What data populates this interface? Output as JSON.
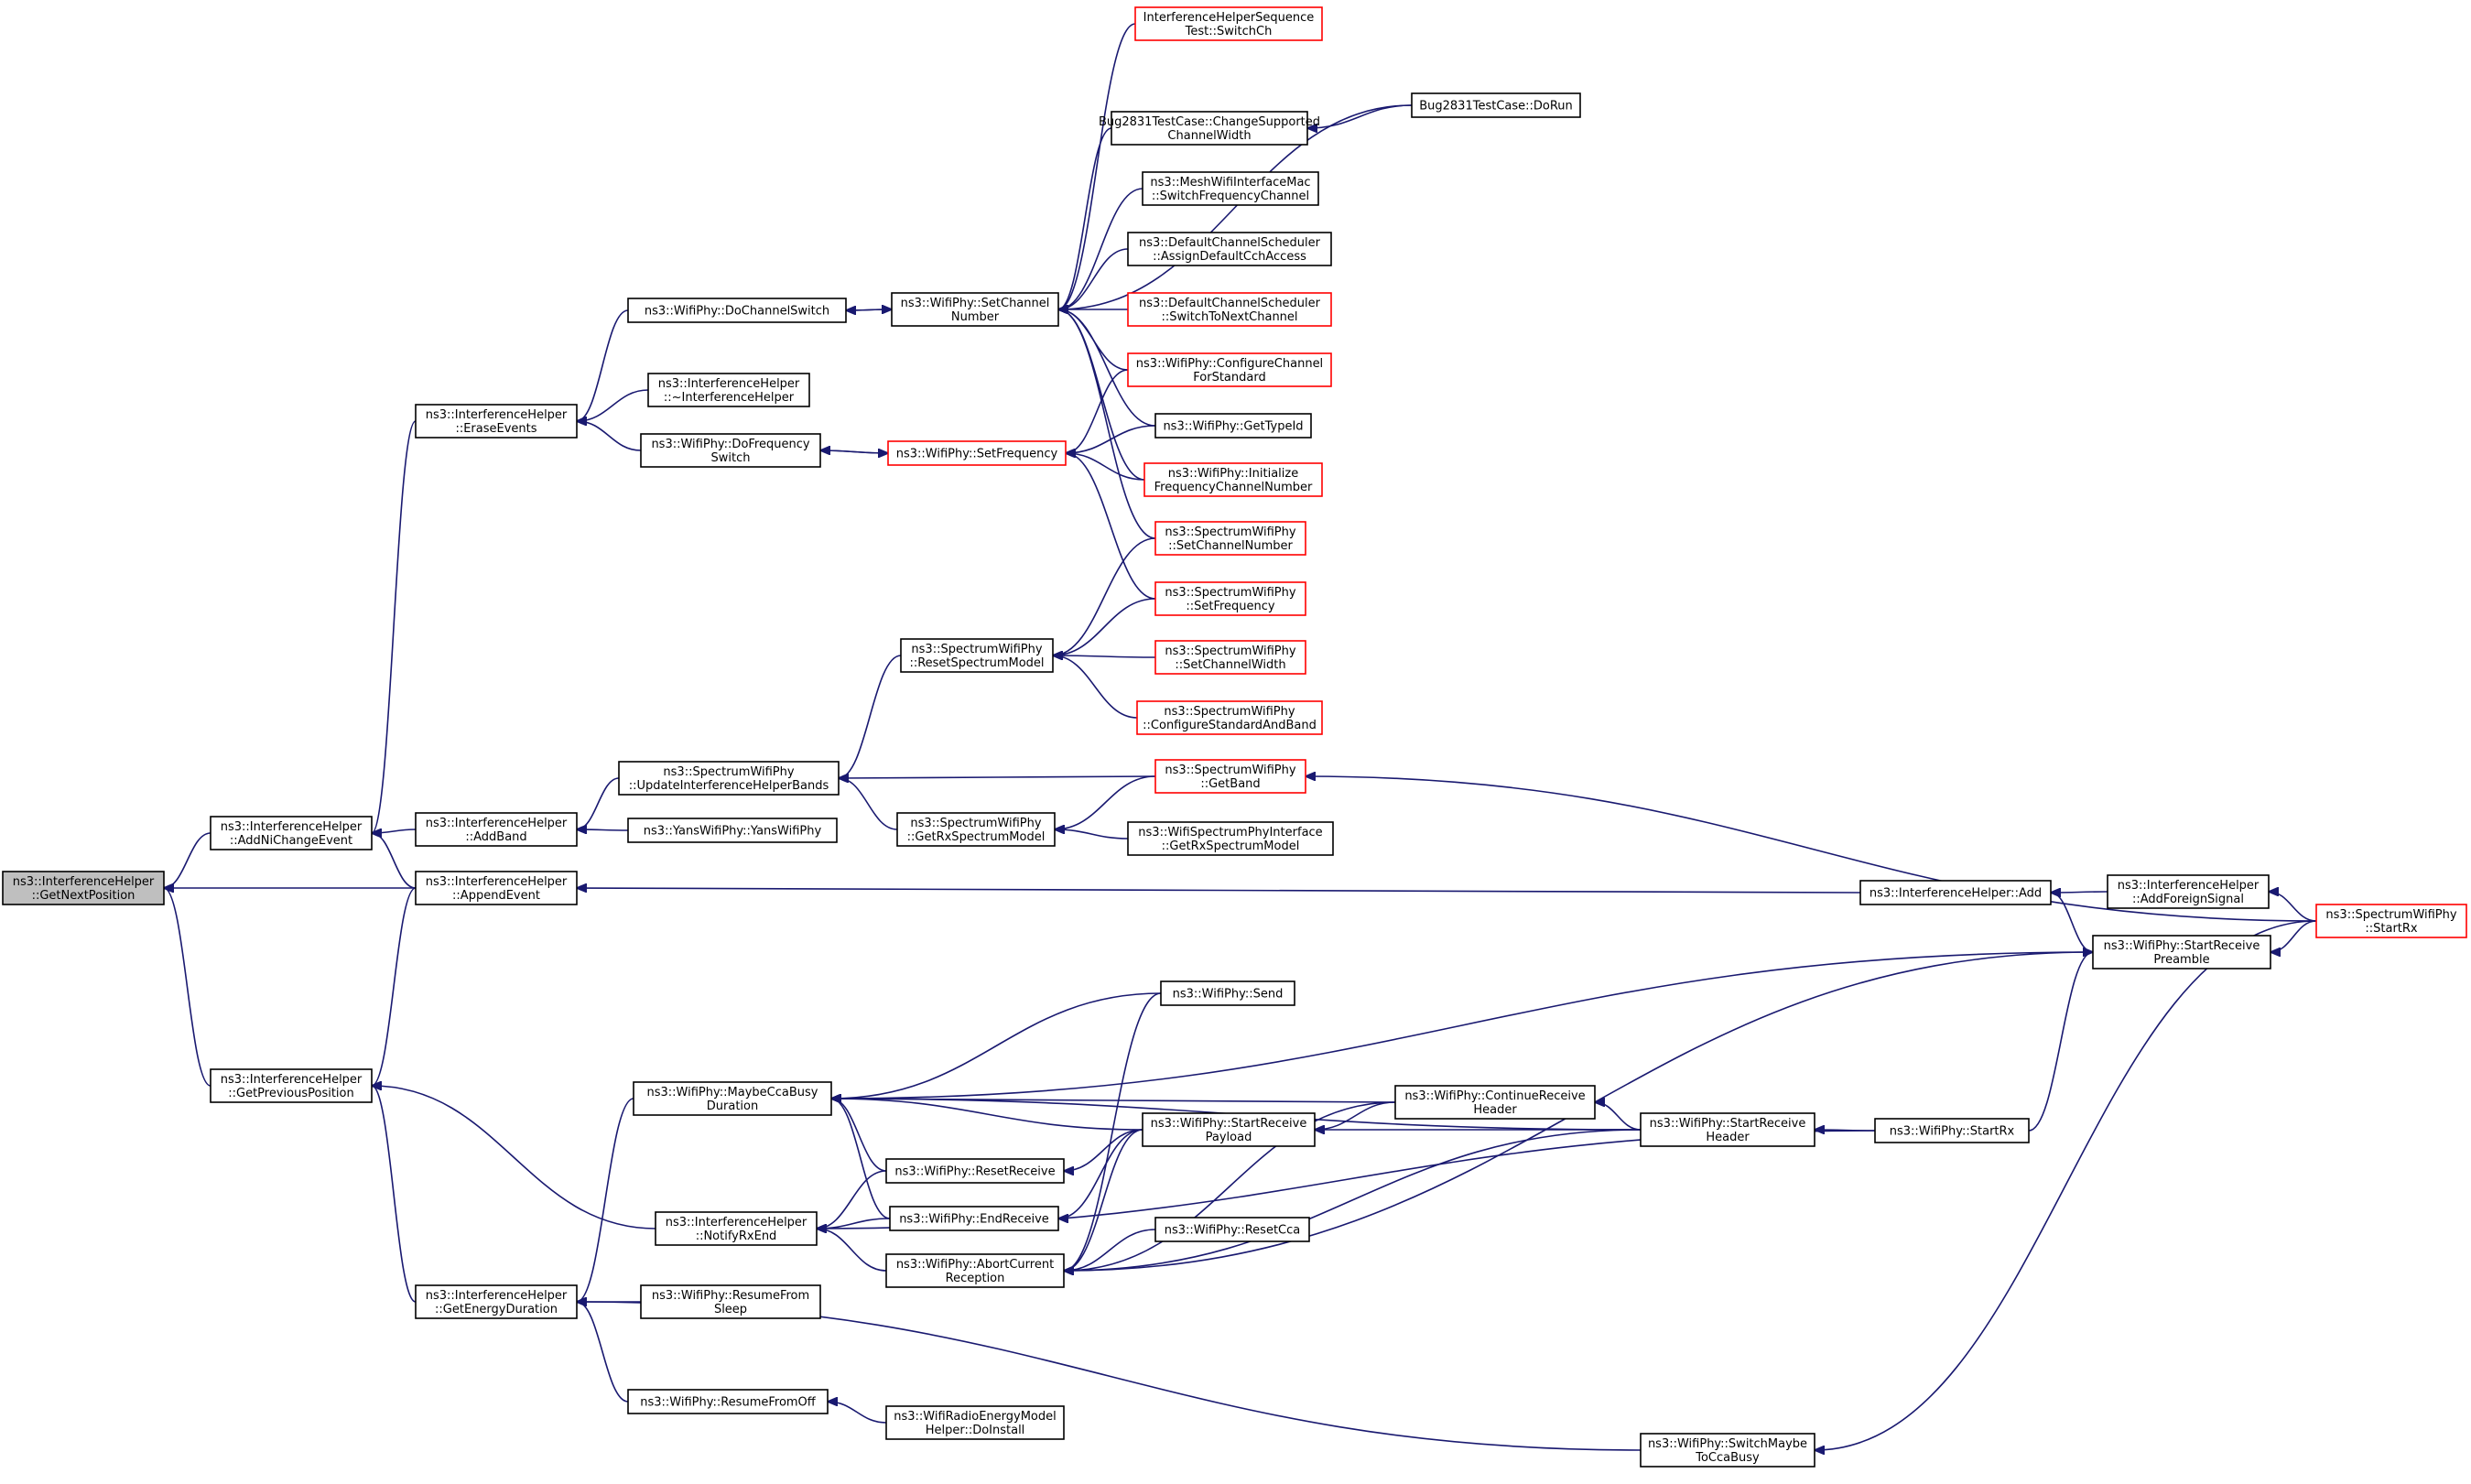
{
  "graph": {
    "direction": "callers",
    "colors": {
      "edge": "#191970",
      "node_border": "#000000",
      "truncated_border": "#ff0000",
      "root_fill": "#bfbfbf"
    },
    "nodes": [
      {
        "id": "n0",
        "lines": [
          "ns3::InterferenceHelper",
          "::GetNextPosition"
        ],
        "root": true
      },
      {
        "id": "n1",
        "lines": [
          "ns3::InterferenceHelper",
          "::AddNiChangeEvent"
        ]
      },
      {
        "id": "n2",
        "lines": [
          "ns3::InterferenceHelper",
          "::GetPreviousPosition"
        ]
      },
      {
        "id": "n3",
        "lines": [
          "ns3::InterferenceHelper",
          "::EraseEvents"
        ]
      },
      {
        "id": "n4",
        "lines": [
          "ns3::InterferenceHelper",
          "::AddBand"
        ]
      },
      {
        "id": "n5",
        "lines": [
          "ns3::InterferenceHelper",
          "::AppendEvent"
        ]
      },
      {
        "id": "n6",
        "lines": [
          "ns3::InterferenceHelper",
          "::GetEnergyDuration"
        ]
      },
      {
        "id": "n7",
        "lines": [
          "ns3::WifiPhy::DoChannelSwitch"
        ]
      },
      {
        "id": "n8",
        "lines": [
          "ns3::InterferenceHelper",
          "::~InterferenceHelper"
        ]
      },
      {
        "id": "n9",
        "lines": [
          "ns3::WifiPhy::DoFrequency",
          "Switch"
        ]
      },
      {
        "id": "n10",
        "lines": [
          "ns3::SpectrumWifiPhy",
          "::UpdateInterferenceHelperBands"
        ]
      },
      {
        "id": "n11",
        "lines": [
          "ns3::YansWifiPhy::YansWifiPhy"
        ]
      },
      {
        "id": "n12",
        "lines": [
          "ns3::WifiPhy::MaybeCcaBusy",
          "Duration"
        ]
      },
      {
        "id": "n13",
        "lines": [
          "ns3::InterferenceHelper",
          "::NotifyRxEnd"
        ]
      },
      {
        "id": "n14",
        "lines": [
          "ns3::WifiPhy::ResumeFrom",
          "Sleep"
        ]
      },
      {
        "id": "n15",
        "lines": [
          "ns3::WifiPhy::ResumeFromOff"
        ]
      },
      {
        "id": "n16",
        "lines": [
          "ns3::WifiPhy::SetChannel",
          "Number"
        ]
      },
      {
        "id": "n17",
        "lines": [
          "ns3::WifiPhy::SetFrequency"
        ],
        "truncated": true
      },
      {
        "id": "n18",
        "lines": [
          "ns3::SpectrumWifiPhy",
          "::ResetSpectrumModel"
        ]
      },
      {
        "id": "n19",
        "lines": [
          "ns3::SpectrumWifiPhy",
          "::GetRxSpectrumModel"
        ]
      },
      {
        "id": "n20",
        "lines": [
          "ns3::WifiPhy::ResetReceive"
        ]
      },
      {
        "id": "n21",
        "lines": [
          "ns3::WifiPhy::EndReceive"
        ]
      },
      {
        "id": "n22",
        "lines": [
          "ns3::WifiPhy::AbortCurrent",
          "Reception"
        ]
      },
      {
        "id": "n23",
        "lines": [
          "ns3::WifiRadioEnergyModel",
          "Helper::DoInstall"
        ]
      },
      {
        "id": "n24",
        "lines": [
          "InterferenceHelperSequence",
          "Test::SwitchCh"
        ],
        "truncated": true
      },
      {
        "id": "n25",
        "lines": [
          "Bug2831TestCase::ChangeSupported",
          "ChannelWidth"
        ]
      },
      {
        "id": "n26",
        "lines": [
          "ns3::MeshWifiInterfaceMac",
          "::SwitchFrequencyChannel"
        ]
      },
      {
        "id": "n27",
        "lines": [
          "ns3::DefaultChannelScheduler",
          "::AssignDefaultCchAccess"
        ]
      },
      {
        "id": "n28",
        "lines": [
          "ns3::DefaultChannelScheduler",
          "::SwitchToNextChannel"
        ],
        "truncated": true
      },
      {
        "id": "n29",
        "lines": [
          "ns3::WifiPhy::ConfigureChannel",
          "ForStandard"
        ],
        "truncated": true
      },
      {
        "id": "n30",
        "lines": [
          "ns3::WifiPhy::GetTypeId"
        ]
      },
      {
        "id": "n31",
        "lines": [
          "ns3::WifiPhy::Initialize",
          "FrequencyChannelNumber"
        ],
        "truncated": true
      },
      {
        "id": "n32",
        "lines": [
          "ns3::SpectrumWifiPhy",
          "::SetChannelNumber"
        ],
        "truncated": true
      },
      {
        "id": "n33",
        "lines": [
          "ns3::SpectrumWifiPhy",
          "::SetFrequency"
        ],
        "truncated": true
      },
      {
        "id": "n34",
        "lines": [
          "ns3::SpectrumWifiPhy",
          "::SetChannelWidth"
        ],
        "truncated": true
      },
      {
        "id": "n35",
        "lines": [
          "ns3::SpectrumWifiPhy",
          "::ConfigureStandardAndBand"
        ],
        "truncated": true
      },
      {
        "id": "n36",
        "lines": [
          "ns3::SpectrumWifiPhy",
          "::GetBand"
        ],
        "truncated": true
      },
      {
        "id": "n37",
        "lines": [
          "ns3::WifiSpectrumPhyInterface",
          "::GetRxSpectrumModel"
        ]
      },
      {
        "id": "n38",
        "lines": [
          "ns3::WifiPhy::Send"
        ]
      },
      {
        "id": "n39",
        "lines": [
          "ns3::WifiPhy::StartReceive",
          "Payload"
        ]
      },
      {
        "id": "n40",
        "lines": [
          "ns3::WifiPhy::ResetCca"
        ]
      },
      {
        "id": "n41",
        "lines": [
          "ns3::WifiPhy::ContinueReceive",
          "Header"
        ]
      },
      {
        "id": "n42",
        "lines": [
          "ns3::WifiPhy::StartReceive",
          "Header"
        ]
      },
      {
        "id": "n43",
        "lines": [
          "ns3::WifiPhy::SwitchMaybe",
          "ToCcaBusy"
        ]
      },
      {
        "id": "n44",
        "lines": [
          "Bug2831TestCase::DoRun"
        ]
      },
      {
        "id": "n45",
        "lines": [
          "ns3::InterferenceHelper::Add"
        ]
      },
      {
        "id": "n46",
        "lines": [
          "ns3::InterferenceHelper",
          "::AddForeignSignal"
        ]
      },
      {
        "id": "n47",
        "lines": [
          "ns3::WifiPhy::StartReceive",
          "Preamble"
        ]
      },
      {
        "id": "n48",
        "lines": [
          "ns3::WifiPhy::StartRx"
        ]
      },
      {
        "id": "n49",
        "lines": [
          "ns3::SpectrumWifiPhy",
          "::StartRx"
        ],
        "truncated": true
      }
    ],
    "edges": [
      {
        "from": "n1",
        "to": "n0"
      },
      {
        "from": "n5",
        "to": "n0"
      },
      {
        "from": "n2",
        "to": "n0"
      },
      {
        "from": "n3",
        "to": "n1"
      },
      {
        "from": "n4",
        "to": "n1"
      },
      {
        "from": "n5",
        "to": "n1"
      },
      {
        "from": "n5",
        "to": "n2"
      },
      {
        "from": "n6",
        "to": "n2"
      },
      {
        "from": "n13",
        "to": "n2"
      },
      {
        "from": "n7",
        "to": "n3"
      },
      {
        "from": "n8",
        "to": "n3"
      },
      {
        "from": "n9",
        "to": "n3"
      },
      {
        "from": "n10",
        "to": "n4"
      },
      {
        "from": "n11",
        "to": "n4"
      },
      {
        "from": "n45",
        "to": "n5"
      },
      {
        "from": "n12",
        "to": "n6"
      },
      {
        "from": "n14",
        "to": "n6"
      },
      {
        "from": "n15",
        "to": "n6"
      },
      {
        "from": "n43",
        "to": "n6"
      },
      {
        "from": "n16",
        "to": "n7"
      },
      {
        "from": "n7",
        "to": "n16"
      },
      {
        "from": "n17",
        "to": "n9"
      },
      {
        "from": "n9",
        "to": "n17"
      },
      {
        "from": "n18",
        "to": "n10"
      },
      {
        "from": "n36",
        "to": "n10"
      },
      {
        "from": "n19",
        "to": "n10"
      },
      {
        "from": "n41",
        "to": "n12"
      },
      {
        "from": "n42",
        "to": "n12"
      },
      {
        "from": "n47",
        "to": "n12"
      },
      {
        "from": "n38",
        "to": "n12"
      },
      {
        "from": "n39",
        "to": "n12"
      },
      {
        "from": "n20",
        "to": "n12"
      },
      {
        "from": "n21",
        "to": "n12"
      },
      {
        "from": "n20",
        "to": "n13"
      },
      {
        "from": "n21",
        "to": "n13"
      },
      {
        "from": "n22",
        "to": "n13"
      },
      {
        "from": "n48",
        "to": "n13"
      },
      {
        "from": "n23",
        "to": "n15"
      },
      {
        "from": "n24",
        "to": "n16"
      },
      {
        "from": "n25",
        "to": "n16"
      },
      {
        "from": "n26",
        "to": "n16"
      },
      {
        "from": "n27",
        "to": "n16"
      },
      {
        "from": "n28",
        "to": "n16"
      },
      {
        "from": "n29",
        "to": "n16"
      },
      {
        "from": "n30",
        "to": "n16"
      },
      {
        "from": "n31",
        "to": "n16"
      },
      {
        "from": "n32",
        "to": "n16"
      },
      {
        "from": "n44",
        "to": "n16"
      },
      {
        "from": "n29",
        "to": "n17"
      },
      {
        "from": "n30",
        "to": "n17"
      },
      {
        "from": "n31",
        "to": "n17"
      },
      {
        "from": "n33",
        "to": "n17"
      },
      {
        "from": "n32",
        "to": "n18"
      },
      {
        "from": "n33",
        "to": "n18"
      },
      {
        "from": "n34",
        "to": "n18"
      },
      {
        "from": "n35",
        "to": "n18"
      },
      {
        "from": "n36",
        "to": "n19"
      },
      {
        "from": "n37",
        "to": "n19"
      },
      {
        "from": "n39",
        "to": "n20"
      },
      {
        "from": "n39",
        "to": "n21"
      },
      {
        "from": "n38",
        "to": "n22"
      },
      {
        "from": "n39",
        "to": "n22"
      },
      {
        "from": "n40",
        "to": "n22"
      },
      {
        "from": "n41",
        "to": "n22"
      },
      {
        "from": "n42",
        "to": "n22"
      },
      {
        "from": "n47",
        "to": "n22"
      },
      {
        "from": "n44",
        "to": "n25"
      },
      {
        "from": "n49",
        "to": "n36"
      },
      {
        "from": "n41",
        "to": "n39"
      },
      {
        "from": "n42",
        "to": "n39"
      },
      {
        "from": "n42",
        "to": "n41"
      },
      {
        "from": "n48",
        "to": "n42"
      },
      {
        "from": "n49",
        "to": "n43"
      },
      {
        "from": "n46",
        "to": "n45"
      },
      {
        "from": "n47",
        "to": "n45"
      },
      {
        "from": "n49",
        "to": "n46"
      },
      {
        "from": "n48",
        "to": "n47"
      },
      {
        "from": "n49",
        "to": "n47"
      }
    ]
  }
}
